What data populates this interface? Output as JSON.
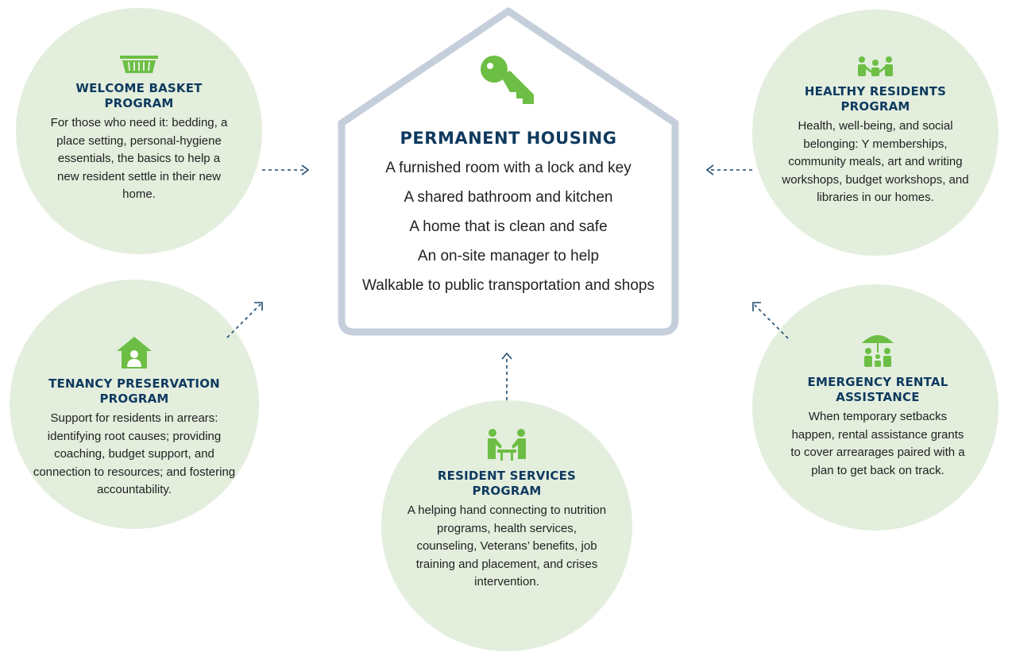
{
  "colors": {
    "house_outline": "#c5cfdc",
    "circle_fill": "#e3eedd",
    "icon_green": "#6cbf44",
    "title_navy": "#0f3a5f",
    "arrow": "#1e4a6e"
  },
  "center": {
    "icon": "key-icon",
    "title": "PERMANENT HOUSING",
    "items": [
      "A furnished room with a lock and key",
      "A shared bathroom and kitchen",
      "A home that is clean and safe",
      "An on-site manager to help",
      "Walkable to public transportation and shops"
    ]
  },
  "programs": {
    "welcome": {
      "icon": "basket-icon",
      "title": "WELCOME BASKET PROGRAM",
      "body": "For those who need it: bedding, a place setting, personal-hygiene essentials, the basics to help a new resident settle in their new home."
    },
    "healthy": {
      "icon": "people-icon",
      "title": "HEALTHY RESIDENTS PROGRAM",
      "body": "Health, well-being, and social belonging: Y memberships, community meals, art and writing workshops, budget workshops, and libraries in our homes."
    },
    "tenancy": {
      "icon": "house-person-icon",
      "title": "TENANCY PRESERVATION PROGRAM",
      "body": "Support for residents in arrears: identifying root causes; providing coaching, budget support, and connection to resources; and fostering accountability."
    },
    "resident": {
      "icon": "people-at-table-icon",
      "title": "RESIDENT SERVICES PROGRAM",
      "body": "A helping hand connecting to nutrition programs, health services, counseling, Veterans’ benefits, job training and placement, and crises intervention."
    },
    "emergency": {
      "icon": "umbrella-family-icon",
      "title": "EMERGENCY RENTAL ASSISTANCE",
      "body": "When temporary setbacks happen, rental assistance grants to cover arrearages paired with a plan to get back on track."
    }
  }
}
